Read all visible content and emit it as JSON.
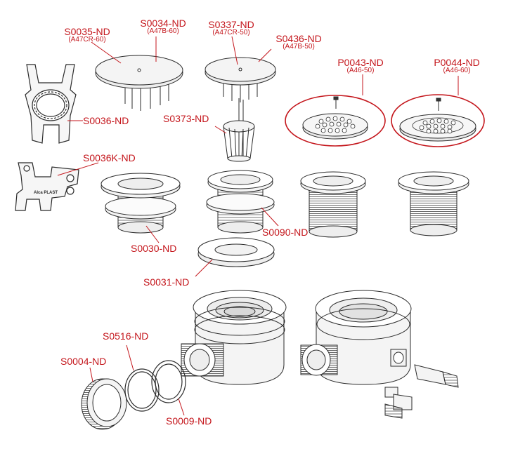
{
  "labels": {
    "s0035": {
      "code": "S0035-ND",
      "sub": "(A47CR-60)"
    },
    "s0034": {
      "code": "S0034-ND",
      "sub": "(A47B-60)"
    },
    "s0337": {
      "code": "S0337-ND",
      "sub": "(A47CR-50)"
    },
    "s0436": {
      "code": "S0436-ND",
      "sub": "(A47B-50)"
    },
    "p0043": {
      "code": "P0043-ND",
      "sub": "(A46-50)"
    },
    "p0044": {
      "code": "P0044-ND",
      "sub": "(A46-60)"
    },
    "s0036": {
      "code": "S0036-ND"
    },
    "s0373": {
      "code": "S0373-ND"
    },
    "s0036k": {
      "code": "S0036K-ND"
    },
    "s0090": {
      "code": "S0090-ND"
    },
    "s0030": {
      "code": "S0030-ND"
    },
    "s0031": {
      "code": "S0031-ND"
    },
    "s0516": {
      "code": "S0516-ND"
    },
    "s0004": {
      "code": "S0004-ND"
    },
    "s0009": {
      "code": "S0009-ND"
    }
  },
  "wrench_marking": "Alca PLAST",
  "colors": {
    "label": "#c4161c",
    "leader": "#c4161c",
    "highlight_ring": "#c4161c",
    "line_art": "#2b2b2b"
  }
}
